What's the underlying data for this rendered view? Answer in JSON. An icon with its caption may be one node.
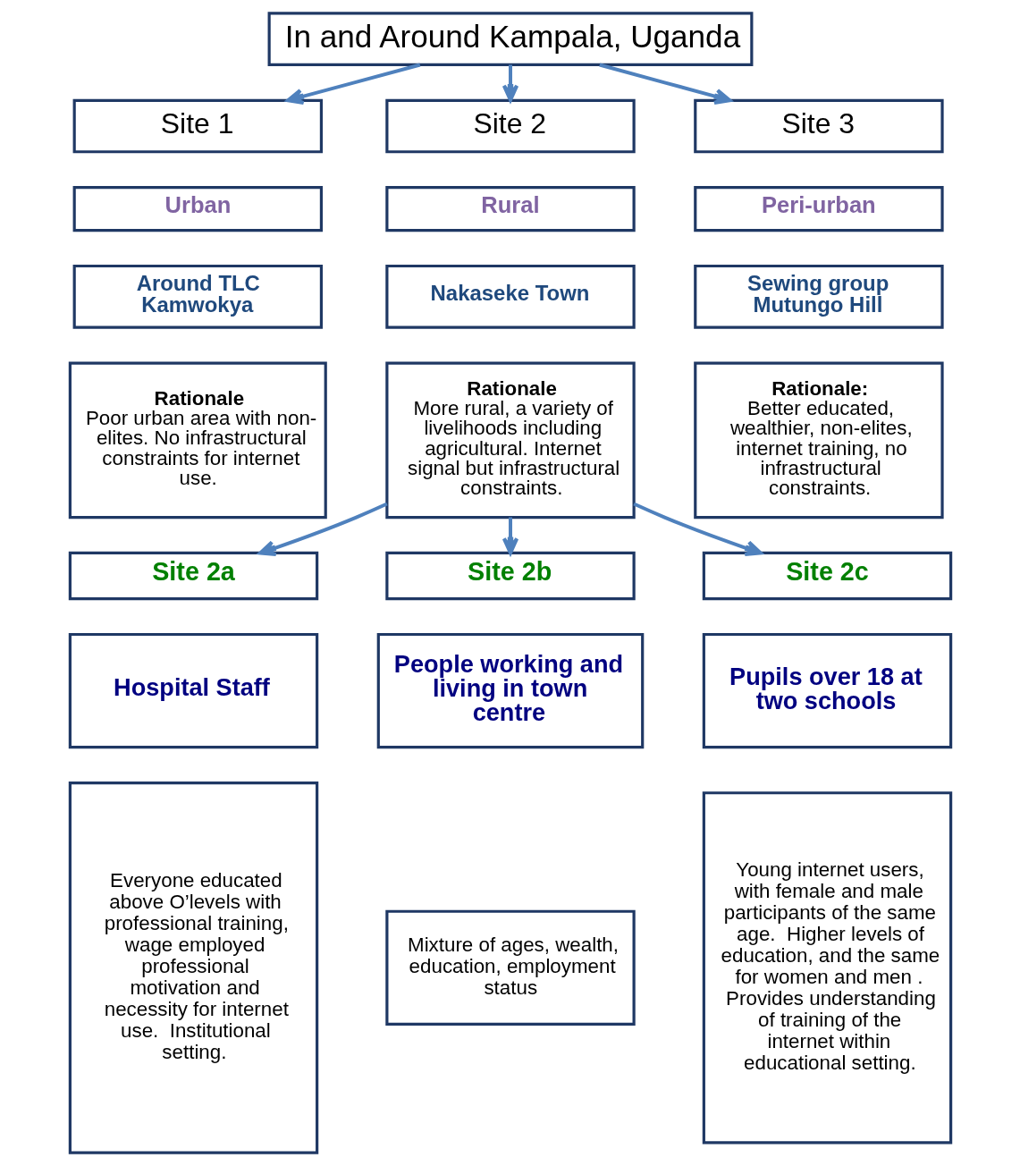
{
  "diagram": {
    "nodes": [
      {
        "text": [
          "In and Around Kampala, Uganda"
        ]
      },
      {
        "text": [
          "Site 1"
        ]
      },
      {
        "text": [
          "Site 2"
        ]
      },
      {
        "text": [
          "Site 3"
        ]
      },
      {
        "text": [
          "Urban"
        ]
      },
      {
        "text": [
          "Around TLC Kamwokya"
        ]
      },
      {
        "text": [
          "Rationale",
          "Poor urban area with non-elites. No infrastructural constraints for internet use."
        ]
      },
      {
        "text": [
          "Rural"
        ]
      },
      {
        "text": [
          "Nakaseke Town"
        ]
      },
      {
        "text": [
          "Rationale",
          "More rural, a variety of livelihoods including agricultural. Internet signal but infrastructural constraints."
        ]
      },
      {
        "text": [
          "Peri-urban"
        ]
      },
      {
        "text": [
          "Sewing group Mutungo Hill"
        ]
      },
      {
        "text": [
          "Rationale:",
          "Better educated, wealthier, non-elites, internet training, no infrastructural constraints."
        ]
      },
      {
        "text": [
          "Site 2a"
        ]
      },
      {
        "text": [
          "Site 2b"
        ]
      },
      {
        "text": [
          "Site 2c"
        ]
      },
      {
        "text": [
          "Hospital Staff"
        ]
      },
      {
        "text": [
          "People working and living in town centre"
        ]
      },
      {
        "text": [
          "Pupils over 18 at two schools"
        ]
      },
      {
        "text": [
          "Everyone educated above O’levels with professional training, wage employed professional motivation and necessity for internet use.  Institutional setting."
        ]
      },
      {
        "text": [
          "Mixture of ages, wealth, education, employment status"
        ]
      },
      {
        "text": [
          "Young internet users, with female and male participants of the same age.  Higher levels of education, and the same for women and men . Provides understanding of training of the internet within educational setting."
        ]
      }
    ],
    "edges": [
      {
        "from": 0,
        "to": 1,
        "arrow": "to"
      },
      {
        "from": 0,
        "to": 2,
        "arrow": "to"
      },
      {
        "from": 0,
        "to": 3,
        "arrow": "to"
      },
      {
        "from": 9,
        "to": 13,
        "arrow": "to"
      },
      {
        "from": 9,
        "to": 14,
        "arrow": "to"
      },
      {
        "from": 9,
        "to": 15,
        "arrow": "to"
      }
    ]
  }
}
